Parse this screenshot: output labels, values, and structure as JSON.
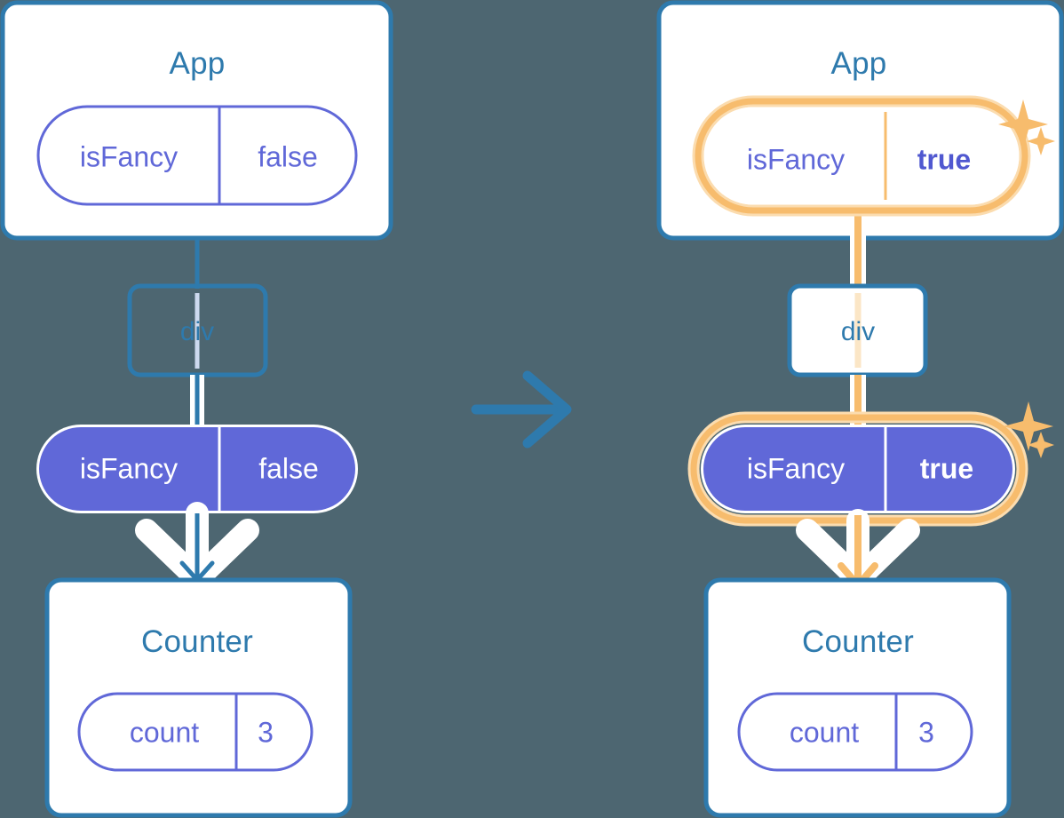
{
  "diagram": {
    "title": "react-state-lifting-diagram",
    "background_color": "#4d6671",
    "transition_arrow": "arrow-right",
    "colors": {
      "background": "#4d6671",
      "card_border": "#2e7aad",
      "card_fill": "#ffffff",
      "title_text": "#2e7aad",
      "pill_outline": "#6068d8",
      "pill_fill": "#6068d8",
      "pill_text_outline": "#6068d8",
      "pill_text_filled": "#ffffff",
      "highlight_ring": "#f7bc6d",
      "highlight_glow": "#fbdcaf",
      "connector_blue": "#2e7aad",
      "connector_orange": "#f7bc6d",
      "connector_outline": "#ffffff"
    }
  },
  "panels": [
    {
      "id": "before",
      "app": {
        "label": "App",
        "pill": {
          "key": "isFancy",
          "value": "false",
          "style": "outline",
          "highlighted": false,
          "bold_value": false
        }
      },
      "div": {
        "label": "div"
      },
      "props_pill": {
        "key": "isFancy",
        "value": "false",
        "style": "filled",
        "highlighted": false,
        "bold_value": false
      },
      "counter": {
        "label": "Counter",
        "pill": {
          "key": "count",
          "value": "3",
          "style": "outline",
          "highlighted": false,
          "bold_value": false
        }
      },
      "sparkles": false
    },
    {
      "id": "after",
      "app": {
        "label": "App",
        "pill": {
          "key": "isFancy",
          "value": "true",
          "style": "outline",
          "highlighted": true,
          "bold_value": true
        }
      },
      "div": {
        "label": "div"
      },
      "props_pill": {
        "key": "isFancy",
        "value": "true",
        "style": "filled",
        "highlighted": true,
        "bold_value": true
      },
      "counter": {
        "label": "Counter",
        "pill": {
          "key": "count",
          "value": "3",
          "style": "outline",
          "highlighted": false,
          "bold_value": false
        }
      },
      "sparkles": true
    }
  ]
}
